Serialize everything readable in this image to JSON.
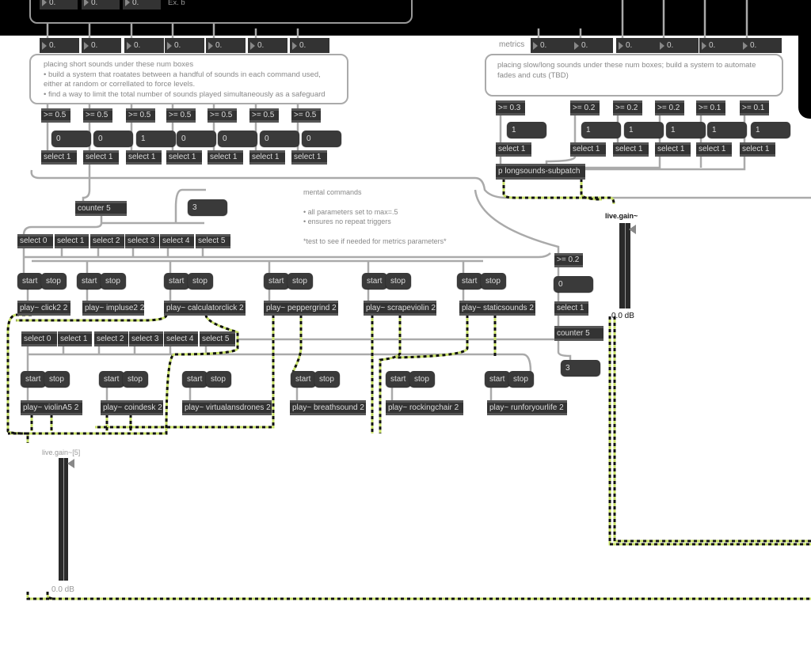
{
  "top_black": {
    "numboxes": [
      "0.",
      "0.",
      "0."
    ],
    "label": "Ex. b"
  },
  "numbox_row_left": [
    "0.",
    "0.",
    "0.",
    "0.",
    "0.",
    "0.",
    "0."
  ],
  "metrics": {
    "label": "metrics",
    "numboxes": [
      "0.",
      "0.",
      "0.",
      "0.",
      "0.",
      "0."
    ]
  },
  "comment_short": [
    "placing short sounds under these num boxes",
    "• build a system that roatates between a handful of sounds in each command used,",
    "either at random or correllated to force levels.",
    "• find a way to limit the total number of sounds played simultaneously as a safeguard"
  ],
  "comment_long": [
    "placing slow/long sounds under these num boxes; build a system to automate",
    "fades and cuts (TBD)"
  ],
  "thresholds_left": [
    ">= 0.5",
    ">= 0.5",
    ">= 0.5",
    ">= 0.5",
    ">= 0.5",
    ">= 0.5",
    ">= 0.5"
  ],
  "messages_left": [
    "0",
    "0",
    "1",
    "0",
    "0",
    "0",
    "0"
  ],
  "selects_left": [
    "select 1",
    "select 1",
    "select 1",
    "select 1",
    "select 1",
    "select 1",
    "select 1"
  ],
  "thresholds_right": [
    ">= 0.3",
    ">= 0.2",
    ">= 0.2",
    ">= 0.2",
    ">= 0.1",
    ">= 0.1"
  ],
  "messages_right": [
    "1",
    "1",
    "1",
    "1",
    "1",
    "1"
  ],
  "selects_right": [
    "select 1",
    "select 1",
    "select 1",
    "select 1",
    "select 1",
    "select 1"
  ],
  "subpatch": "p longsounds-subpatch",
  "group1": {
    "counter": "counter 5",
    "count_msg": "3",
    "selects": [
      "select 0",
      "select 1",
      "select 2",
      "select 3",
      "select 4",
      "select 5"
    ],
    "start": "start",
    "stop": "stop",
    "players": [
      "play~ click2 2",
      "play~ impluse2 2",
      "play~ calculatorclick 2",
      "play~ peppergrind 2",
      "play~ scrapeviolin 2",
      "play~ staticsounds 2"
    ]
  },
  "group2": {
    "selects": [
      "select 0",
      "select 1",
      "select 2",
      "select 3",
      "select 4",
      "select 5"
    ],
    "start": "start",
    "stop": "stop",
    "players": [
      "play~ violinA5 2",
      "play~ coindesk 2",
      "play~ virtualansdrones 2",
      "play~ breathsound 2",
      "play~ rockingchair 2",
      "play~ runforyourlife 2"
    ]
  },
  "mental_comment": {
    "title": "mental commands",
    "bullets": [
      "• all parameters set to max=.5",
      "• ensures no repeat triggers"
    ],
    "note": "*test to see if needed for metrics parameters*"
  },
  "gate": {
    "threshold": ">= 0.2",
    "msg": "0",
    "select": "select 1",
    "counter": "counter 5",
    "count": "3"
  },
  "gain_main": {
    "label": "live.gain~",
    "value": "0.0 dB",
    "level_db": 0
  },
  "gain_group": {
    "label": "live.gain~[5]",
    "value": "0.0 dB",
    "level_db": 0
  },
  "colors": {
    "background": "#ffffff",
    "object": "#333333",
    "cord": "#aaaaaa",
    "signal_cord": "#c8e06a"
  }
}
